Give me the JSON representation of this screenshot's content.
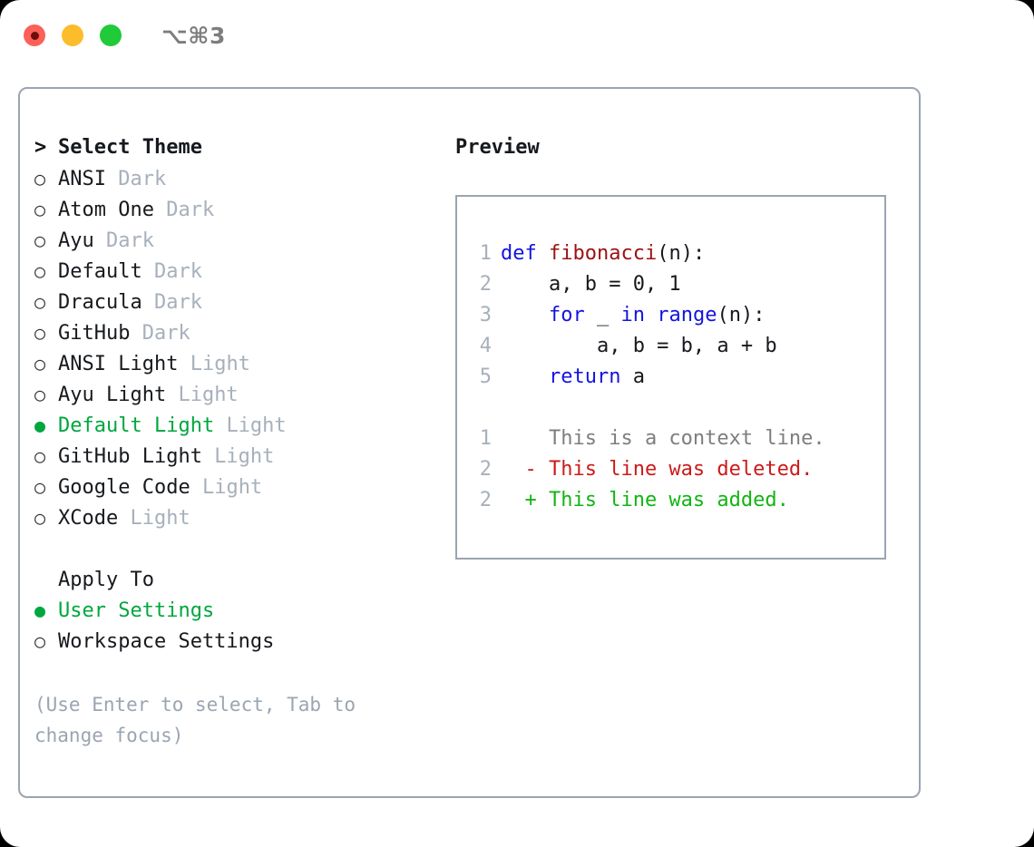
{
  "titlebar": {
    "shortcut": "⌥⌘3",
    "traffic_lights": [
      {
        "name": "close",
        "color": "#fc6058",
        "recording": true
      },
      {
        "name": "minimize",
        "color": "#fdbc2c",
        "recording": false
      },
      {
        "name": "maximize",
        "color": "#20ca39",
        "recording": false
      }
    ]
  },
  "theme_selector": {
    "header": {
      "prompt": ">",
      "title": "Select Theme"
    },
    "markers": {
      "selected": "●",
      "unselected": "○"
    },
    "accent_color": "#00a63e",
    "items": [
      {
        "label": "ANSI",
        "badge": "Dark",
        "selected": false
      },
      {
        "label": "Atom One",
        "badge": "Dark",
        "selected": false
      },
      {
        "label": "Ayu",
        "badge": "Dark",
        "selected": false
      },
      {
        "label": "Default",
        "badge": "Dark",
        "selected": false
      },
      {
        "label": "Dracula",
        "badge": "Dark",
        "selected": false
      },
      {
        "label": "GitHub",
        "badge": "Dark",
        "selected": false
      },
      {
        "label": "ANSI Light",
        "badge": "Light",
        "selected": false
      },
      {
        "label": "Ayu Light",
        "badge": "Light",
        "selected": false
      },
      {
        "label": "Default Light",
        "badge": "Light",
        "selected": true
      },
      {
        "label": "GitHub Light",
        "badge": "Light",
        "selected": false
      },
      {
        "label": "Google Code",
        "badge": "Light",
        "selected": false
      },
      {
        "label": "XCode",
        "badge": "Light",
        "selected": false
      }
    ]
  },
  "apply_to": {
    "heading": "Apply To",
    "options": [
      {
        "label": "User Settings",
        "selected": true
      },
      {
        "label": "Workspace Settings",
        "selected": false
      }
    ]
  },
  "hint": "(Use Enter to select, Tab to change focus)",
  "preview": {
    "title": "Preview",
    "code_lines": [
      {
        "number": "1",
        "tokens": [
          {
            "t": "def",
            "c": "kw"
          },
          {
            "t": " ",
            "c": "plain"
          },
          {
            "t": "fibonacci",
            "c": "fn"
          },
          {
            "t": "(n):",
            "c": "plain"
          }
        ]
      },
      {
        "number": "2",
        "tokens": [
          {
            "t": "    a, b = 0, 1",
            "c": "plain"
          }
        ]
      },
      {
        "number": "3",
        "tokens": [
          {
            "t": "    ",
            "c": "plain"
          },
          {
            "t": "for",
            "c": "kw"
          },
          {
            "t": " _ ",
            "c": "plain"
          },
          {
            "t": "in",
            "c": "kw"
          },
          {
            "t": " ",
            "c": "plain"
          },
          {
            "t": "range",
            "c": "kw"
          },
          {
            "t": "(n):",
            "c": "plain"
          }
        ]
      },
      {
        "number": "4",
        "tokens": [
          {
            "t": "        a, b = b, a + b",
            "c": "plain"
          }
        ]
      },
      {
        "number": "5",
        "tokens": [
          {
            "t": "    ",
            "c": "plain"
          },
          {
            "t": "return",
            "c": "kw"
          },
          {
            "t": " a",
            "c": "plain"
          }
        ]
      }
    ],
    "diff_lines": [
      {
        "number": "1",
        "sign": " ",
        "text": "This is a context line.",
        "kind": "ctx"
      },
      {
        "number": "2",
        "sign": "-",
        "text": "This line was deleted.",
        "kind": "del"
      },
      {
        "number": "2",
        "sign": "+",
        "text": "This line was added.",
        "kind": "add"
      }
    ],
    "colors": {
      "keyword": "#1414e0",
      "function": "#9b1212",
      "plain": "#16191d",
      "line_number": "#a7b0bb",
      "context": "#7e7e7e",
      "deleted": "#cc1a1a",
      "added": "#12b512"
    }
  }
}
